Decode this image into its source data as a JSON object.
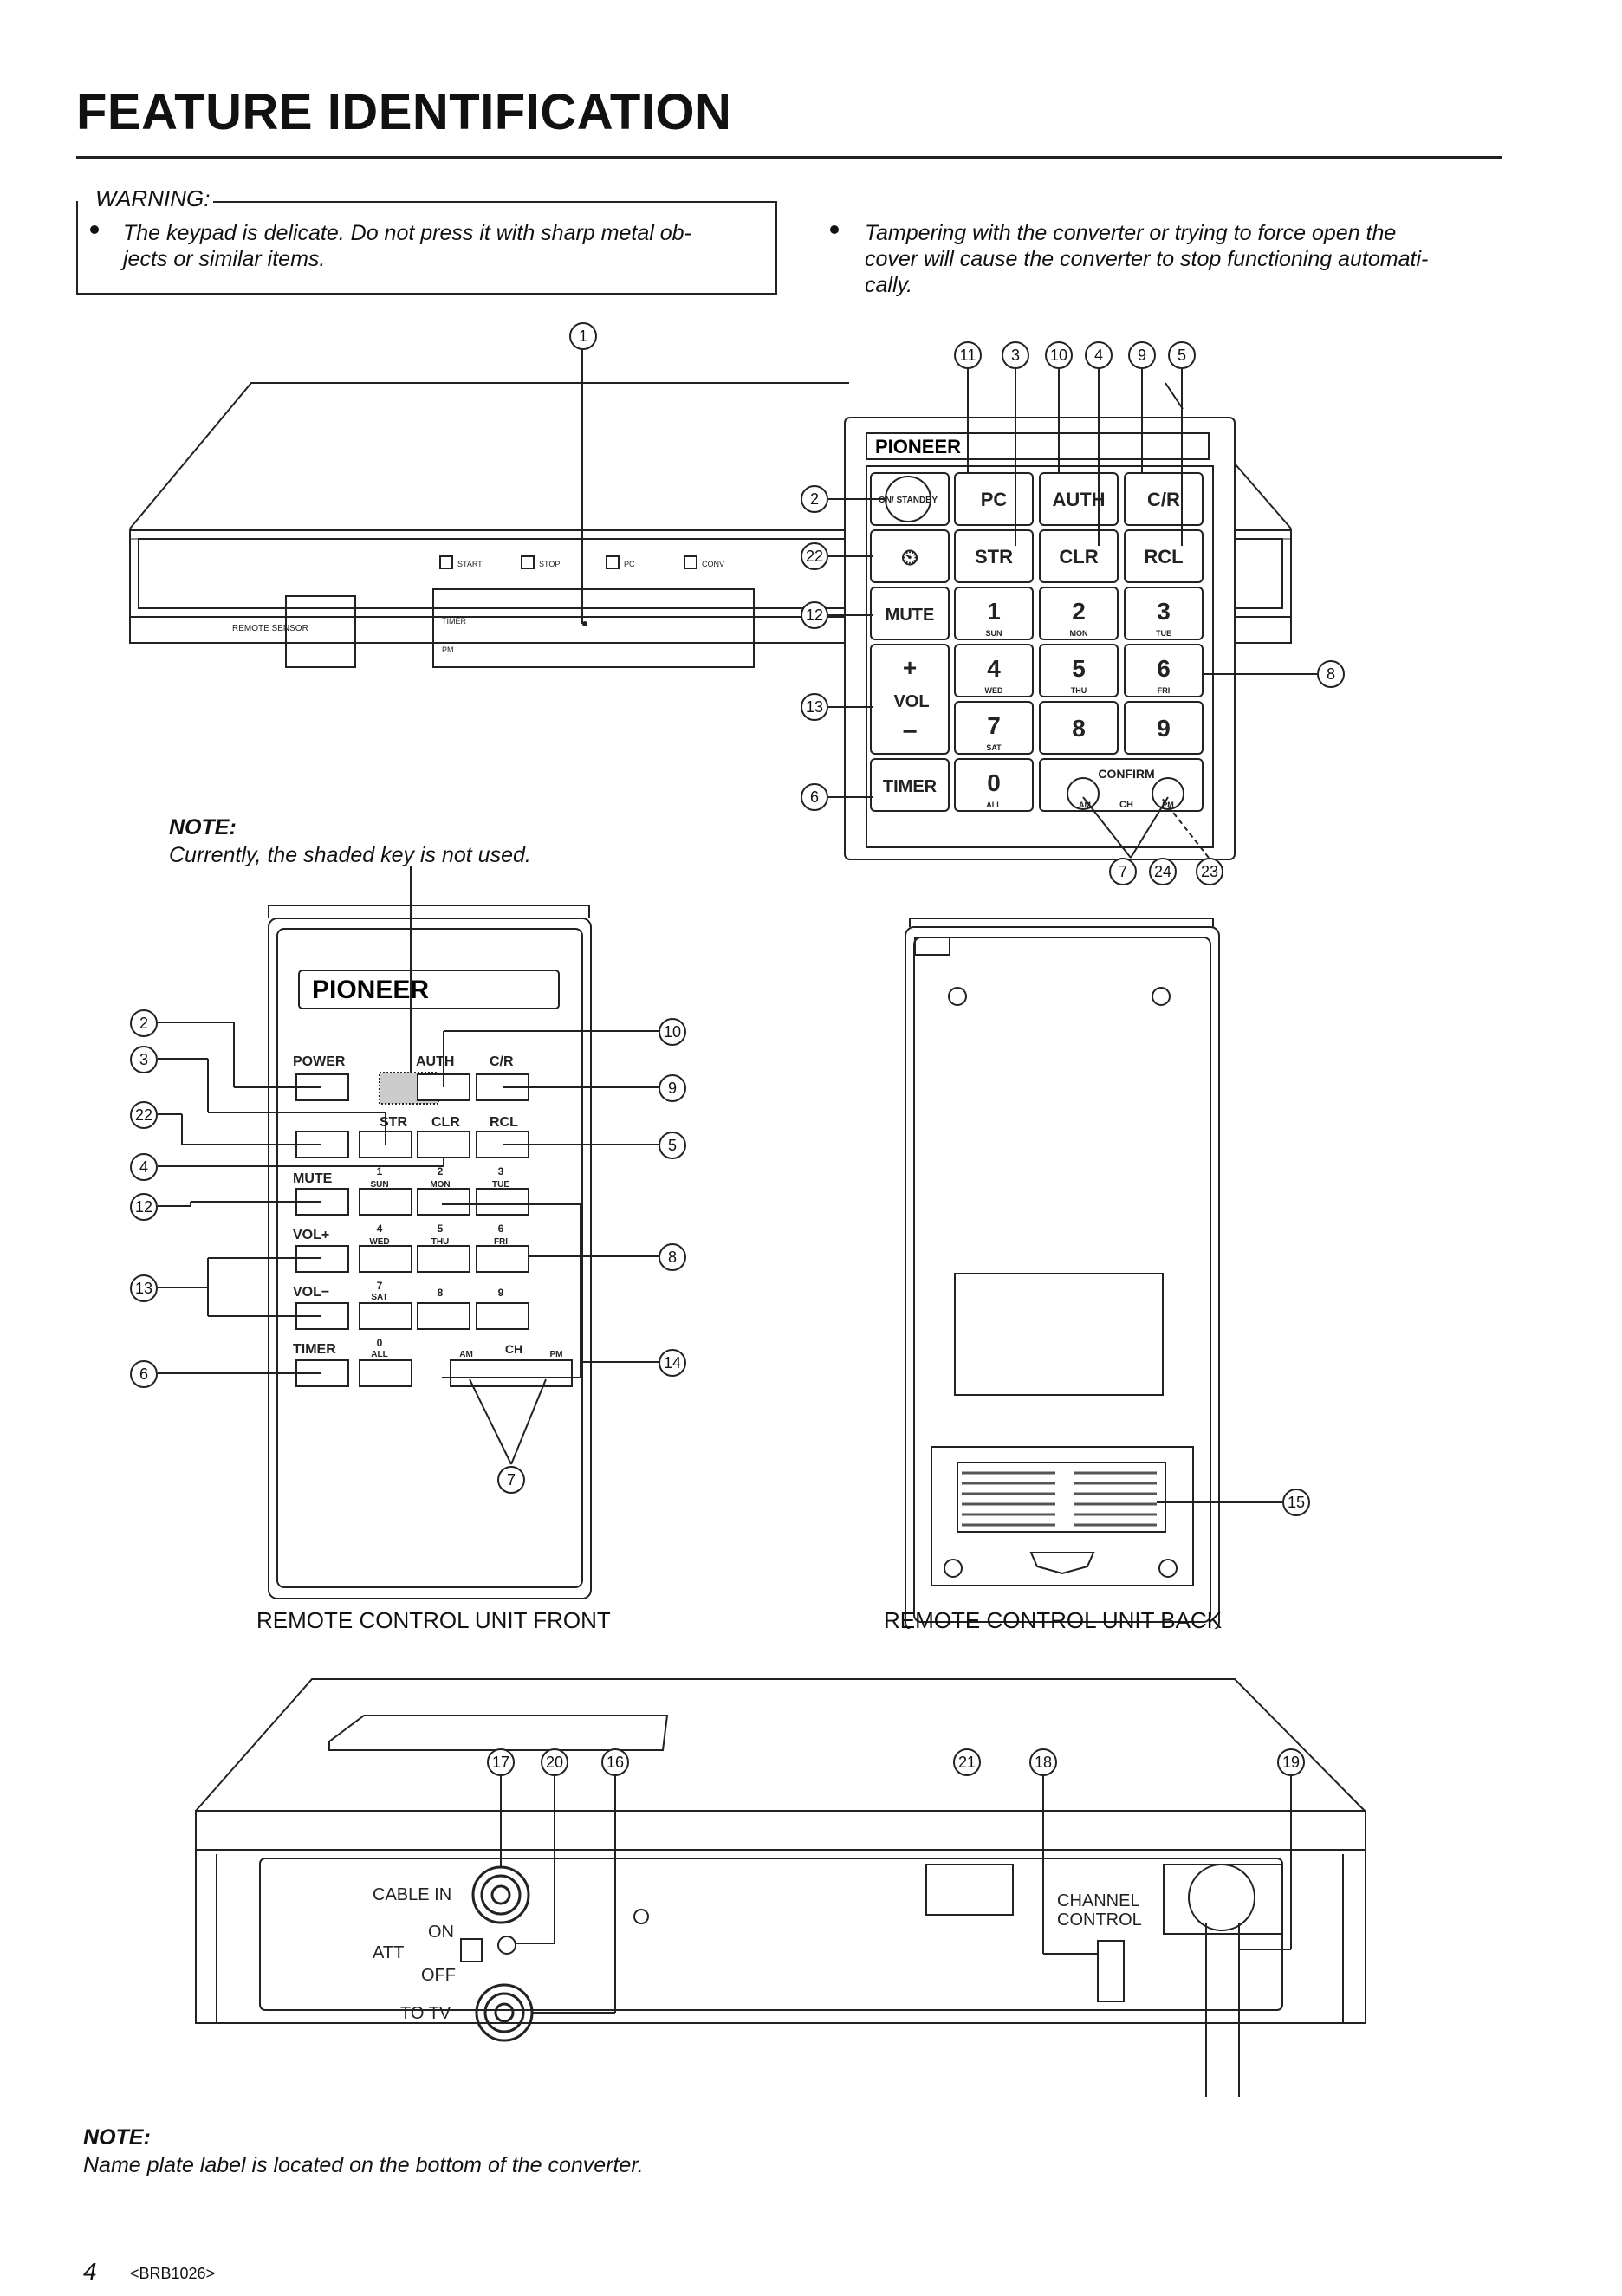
{
  "header": {
    "title": "FEATURE IDENTIFICATION"
  },
  "warning": {
    "label": "WARNING:",
    "item1": "The keypad is delicate. Do not press it with sharp metal objects or similar items.",
    "item1_line1": "The keypad is delicate. Do not press it with sharp metal ob-",
    "item1_line2": "jects or similar items.",
    "item2_line1": "Tampering with the converter or trying to force open the",
    "item2_line2": "cover will cause the converter to stop functioning automati-",
    "item2_line3": "cally."
  },
  "converter_front": {
    "indicators": [
      "START",
      "STOP",
      "PC",
      "CONV"
    ],
    "remote_sensor": "REMOTE SENSOR",
    "display_lines": [
      "TIMER",
      "PM"
    ],
    "callouts": {
      "c1": "1",
      "c2": "2",
      "c22": "22",
      "c12": "12",
      "c13": "13",
      "c6": "6",
      "c8": "8",
      "c7": "7",
      "c24": "24",
      "c23": "23",
      "top": [
        "11",
        "3",
        "10",
        "4",
        "9",
        "5"
      ]
    }
  },
  "keypad": {
    "brand": "PIONEER",
    "keys": {
      "on_standby": "ON/ STANDBY",
      "pc": "PC",
      "auth": "AUTH",
      "cr": "C/R",
      "timer_icon": "⏲",
      "str": "STR",
      "clr": "CLR",
      "rcl": "RCL",
      "mute": "MUTE",
      "k1": "1",
      "k2": "2",
      "k3": "3",
      "k1s": "SUN",
      "k2s": "MON",
      "k3s": "TUE",
      "plus": "+",
      "vol": "VOL",
      "minus": "−",
      "k4": "4",
      "k5": "5",
      "k6": "6",
      "k4s": "WED",
      "k5s": "THU",
      "k6s": "FRI",
      "k7": "7",
      "k8": "8",
      "k9": "9",
      "k7s": "SAT",
      "timer": "TIMER",
      "k0": "0",
      "k0s": "ALL",
      "confirm": "CONFIRM",
      "am": "AM",
      "ch": "CH",
      "pm": "PM"
    }
  },
  "note1": {
    "label": "NOTE:",
    "text": "Currently, the shaded key is not used."
  },
  "remote_front": {
    "caption": "REMOTE CONTROL UNIT FRONT",
    "brand": "PIONEER",
    "labels": {
      "power": "POWER",
      "auth": "AUTH",
      "cr": "C/R",
      "str": "STR",
      "clr": "CLR",
      "rcl": "RCL",
      "mute": "MUTE",
      "volp": "VOL+",
      "volm": "VOL−",
      "timer": "TIMER",
      "n1": "1",
      "n2": "2",
      "n3": "3",
      "sun": "SUN",
      "mon": "MON",
      "tue": "TUE",
      "n4": "4",
      "n5": "5",
      "n6": "6",
      "wed": "WED",
      "thu": "THU",
      "fri": "FRI",
      "n7": "7",
      "n8": "8",
      "n9": "9",
      "sat": "SAT",
      "n0": "0",
      "all": "ALL",
      "am": "AM",
      "ch": "CH",
      "pm": "PM"
    },
    "callouts": {
      "left": [
        "2",
        "3",
        "22",
        "4",
        "12",
        "13",
        "6"
      ],
      "right": [
        "10",
        "9",
        "5",
        "8",
        "14"
      ],
      "bottom": "7"
    }
  },
  "remote_back": {
    "caption": "REMOTE CONTROL UNIT BACK",
    "callout": "15"
  },
  "converter_back": {
    "labels": {
      "cable_in": "CABLE IN",
      "att": "ATT",
      "on": "ON",
      "off": "OFF",
      "to_tv": "TO TV",
      "channel_control": "CHANNEL CONTROL",
      "channel": "CHANNEL",
      "control": "CONTROL"
    },
    "callouts": [
      "17",
      "20",
      "16",
      "21",
      "18",
      "19"
    ]
  },
  "note2": {
    "label": "NOTE:",
    "text": "Name plate label is located on the bottom of the converter."
  },
  "footer": {
    "page": "4",
    "code": "<BRB1026>"
  }
}
